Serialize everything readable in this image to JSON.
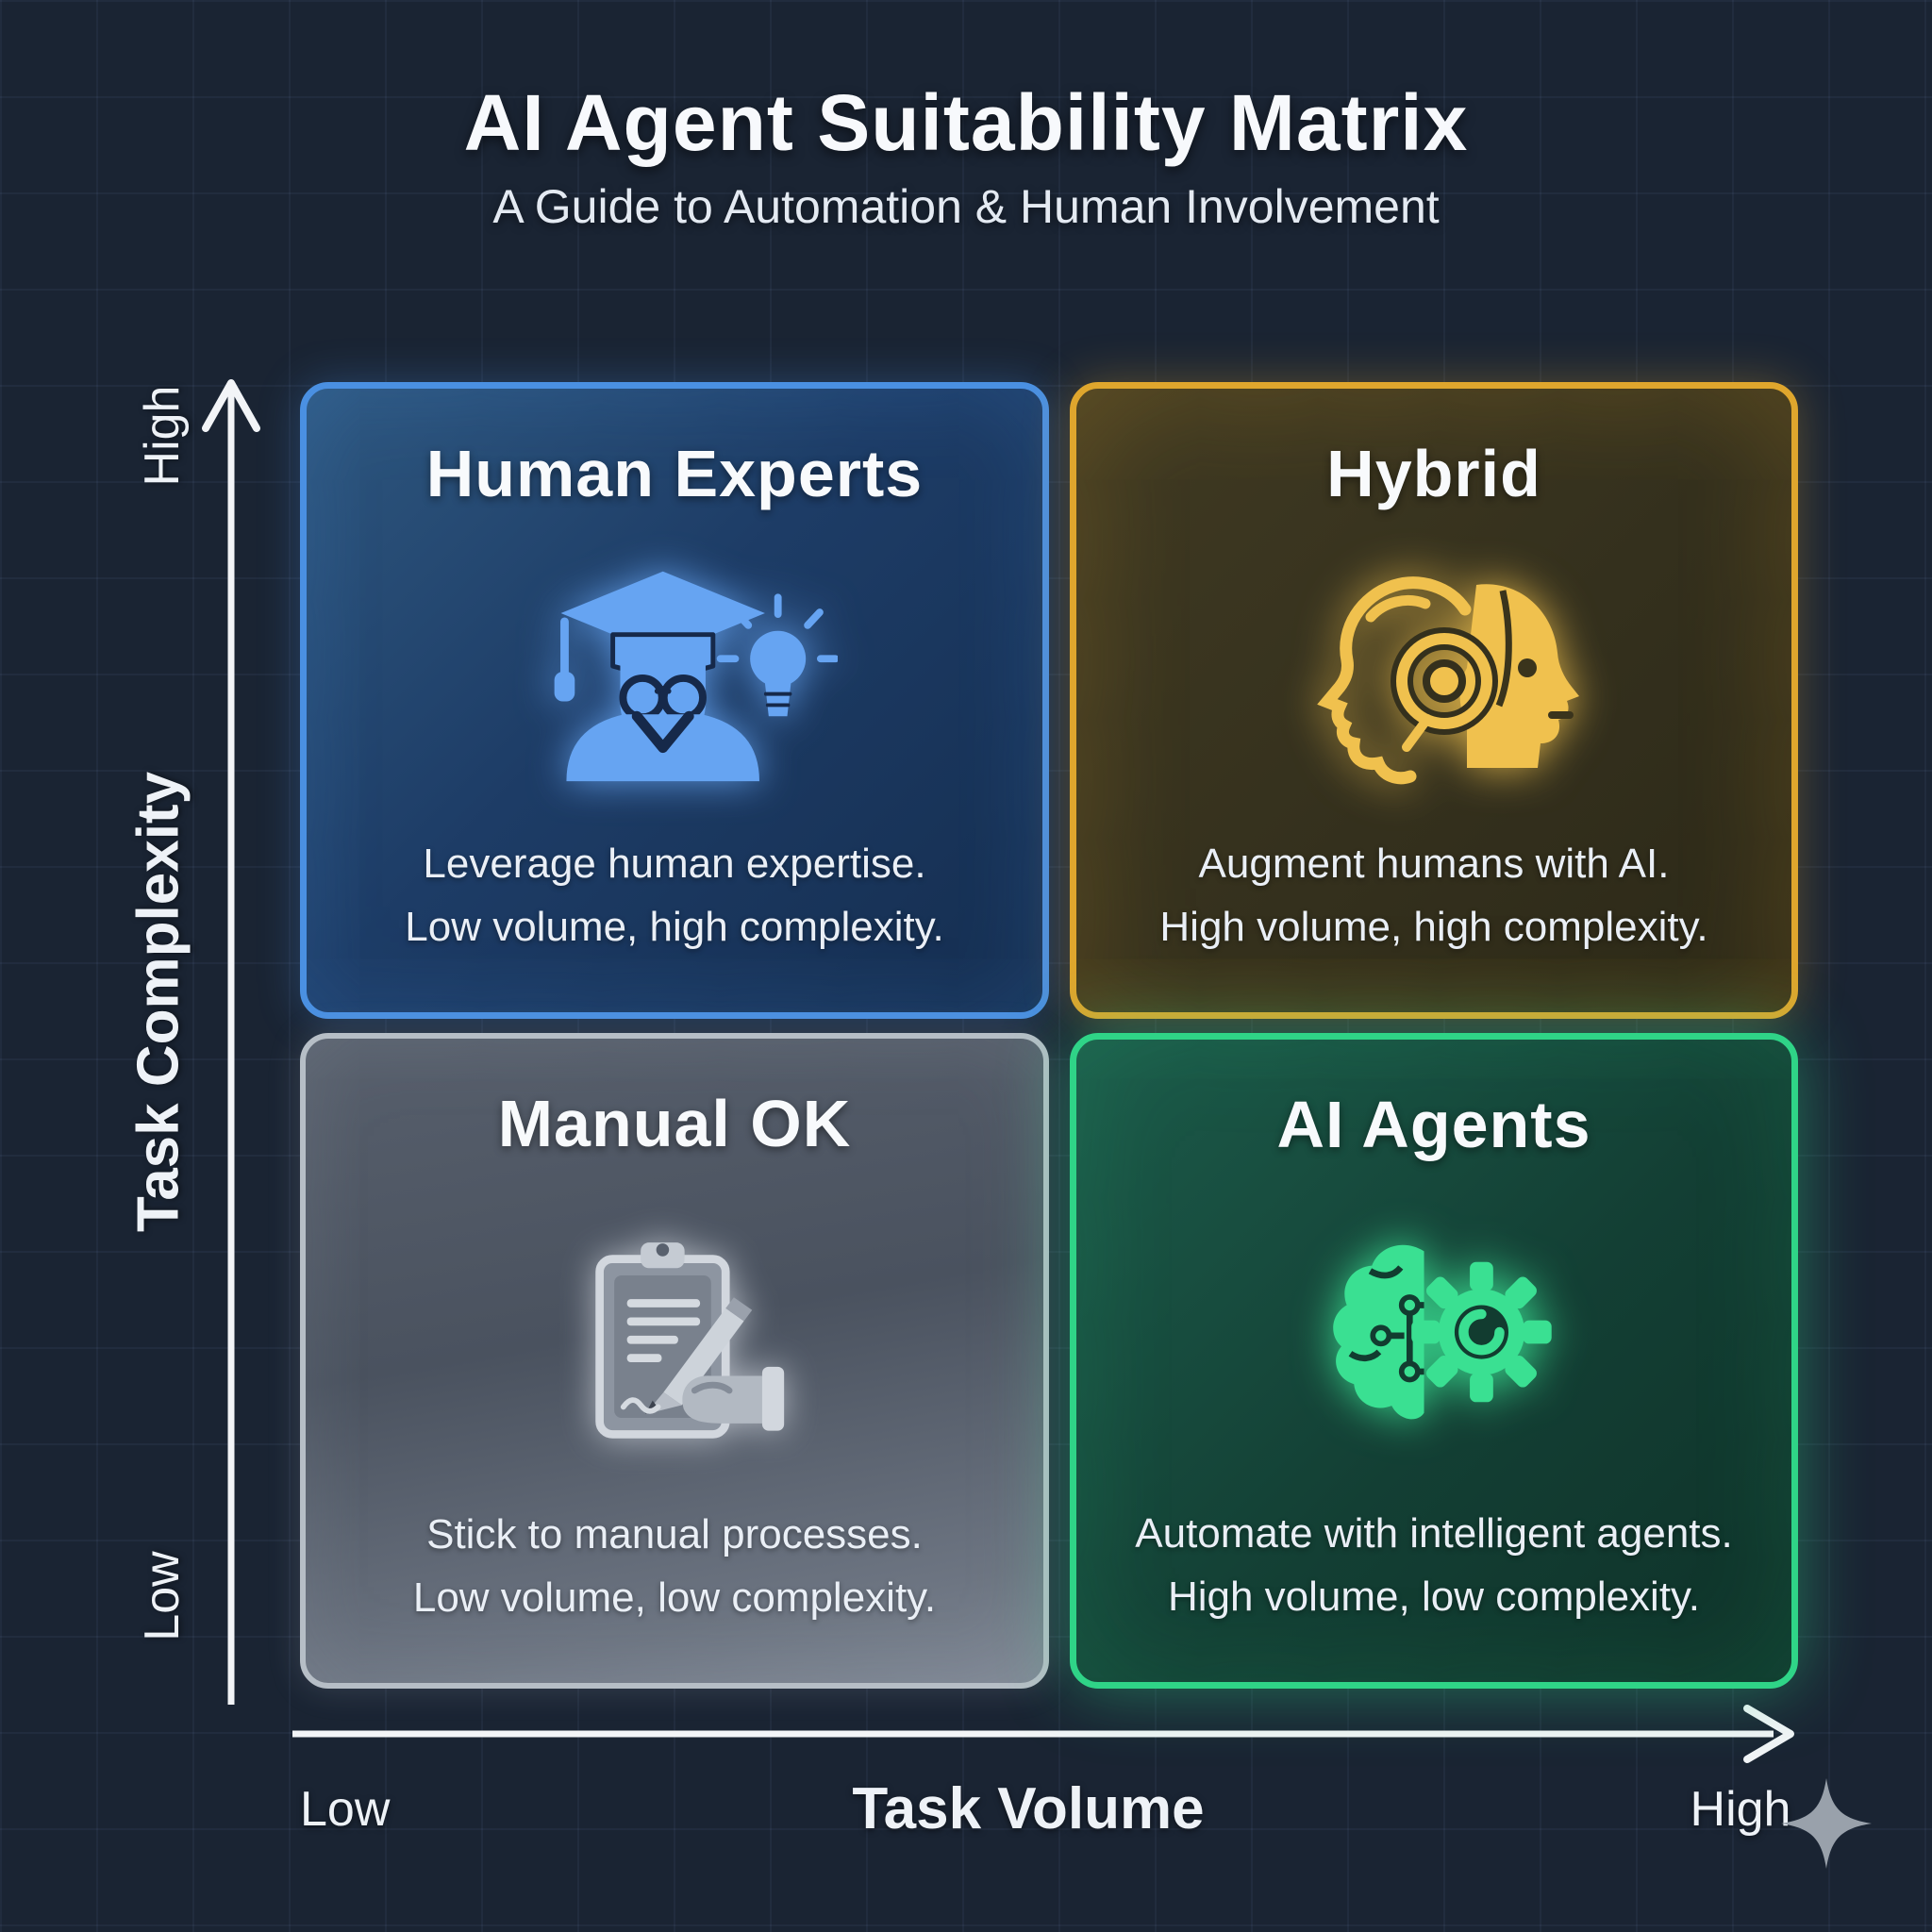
{
  "header": {
    "title": "AI Agent Suitability Matrix",
    "subtitle": "A Guide to Automation & Human Involvement"
  },
  "y_axis": {
    "label": "Task Complexity",
    "top": "High",
    "bottom": "Low"
  },
  "x_axis": {
    "label": "Task Volume",
    "left": "Low",
    "right": "High"
  },
  "quadrants": [
    {
      "id": "human-experts",
      "title": "Human Experts",
      "desc_line1": "Leverage human expertise.",
      "desc_line2": "Low volume, high complexity.",
      "accent_color": "#4a90e2",
      "icon": "graduate-lightbulb-icon",
      "position": "top-left"
    },
    {
      "id": "hybrid",
      "title": "Hybrid",
      "desc_line1": "Augment humans with AI.",
      "desc_line2": "High volume, high complexity.",
      "accent_color": "#dfa62d",
      "icon": "human-robot-heads-icon",
      "position": "top-right"
    },
    {
      "id": "manual-ok",
      "title": "Manual OK",
      "desc_line1": "Stick to manual processes.",
      "desc_line2": "Low volume, low complexity.",
      "accent_color": "#b6bec6",
      "icon": "clipboard-pencil-icon",
      "position": "bottom-left"
    },
    {
      "id": "ai-agents",
      "title": "AI Agents",
      "desc_line1": "Automate with intelligent agents.",
      "desc_line2": "High volume, low complexity.",
      "accent_color": "#2fd487",
      "icon": "brain-gear-icon",
      "position": "bottom-right"
    }
  ],
  "decorations": {
    "sparkle_icon": "four-point-star-icon",
    "sparkle_color": "#99a1ab",
    "background_color": "#1a2433"
  }
}
